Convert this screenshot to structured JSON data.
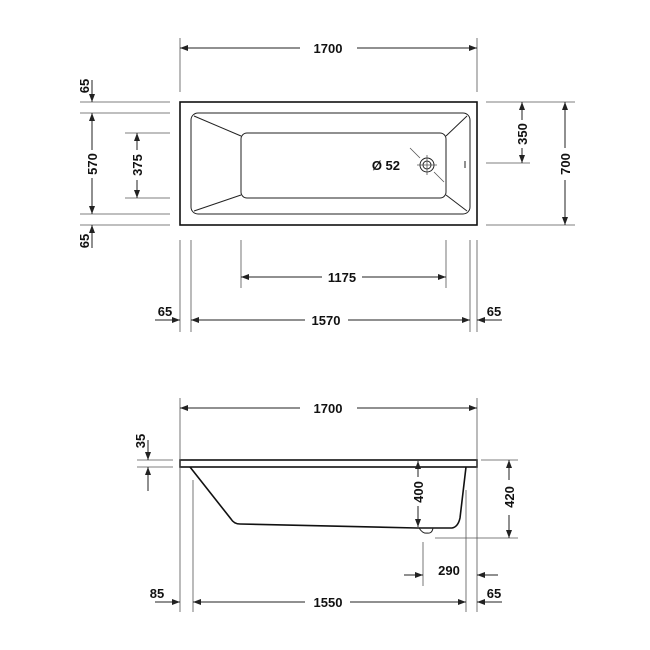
{
  "top_view": {
    "overall_length": "1700",
    "rim_top": "65",
    "inner_width": "570",
    "floor_width": "375",
    "rim_bottom": "65",
    "drain_offset": "350",
    "overall_width": "700",
    "drain_diameter": "Ø 52",
    "floor_length": "1175",
    "rim_left": "65",
    "inner_length": "1570",
    "rim_right": "65"
  },
  "side_view": {
    "overall_length": "1700",
    "rim_thickness": "35",
    "inner_depth": "400",
    "overall_height": "420",
    "drain_distance": "290",
    "left_offset": "85",
    "base_length": "1550",
    "right_offset": "65"
  }
}
